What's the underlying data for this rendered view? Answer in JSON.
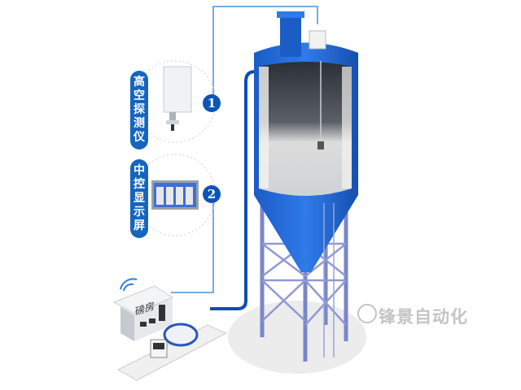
{
  "items": [
    {
      "number": "1",
      "label": "高空探测仪",
      "icon": "level-sensor-icon"
    },
    {
      "number": "2",
      "label": "中控显示屏",
      "icon": "control-display-icon"
    }
  ],
  "weighbridge_room": {
    "label": "磅房"
  },
  "watermark": "锋景自动化",
  "colors": {
    "brand_blue": "#1565c0",
    "silo_blue": "#1e64d6",
    "frame": "#7a86c8"
  }
}
